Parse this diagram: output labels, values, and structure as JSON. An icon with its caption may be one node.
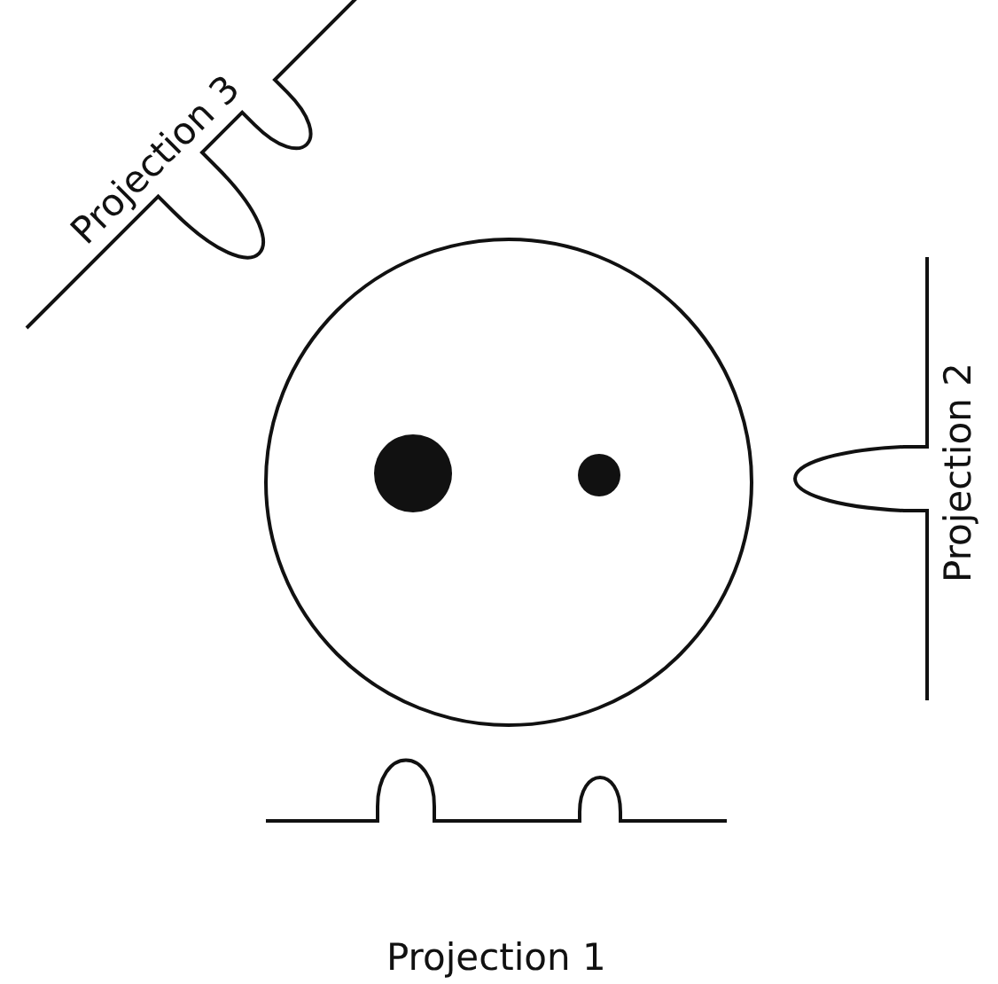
{
  "diagram": {
    "labels": [
      "Projection 3",
      "Projection 2",
      "Projection 1"
    ]
  }
}
